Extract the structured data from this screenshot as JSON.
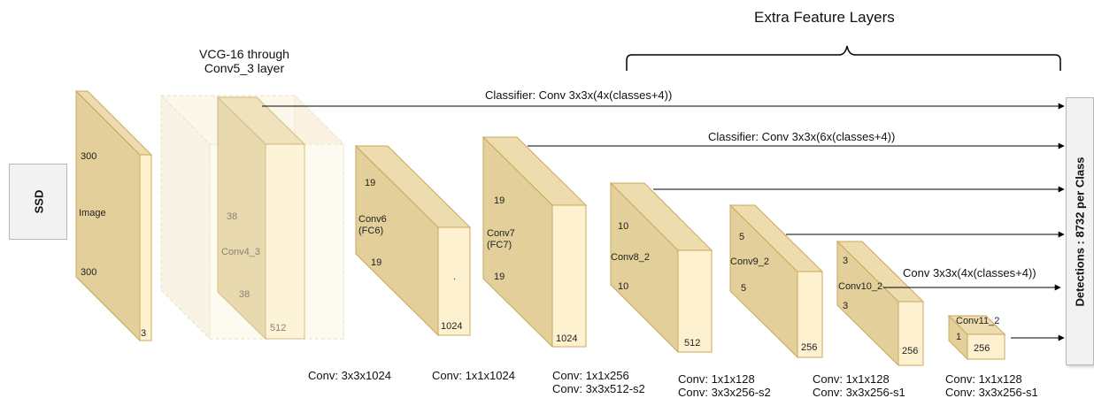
{
  "header": {
    "extra_layers": "Extra Feature Layers",
    "vgg_label": "VCG-16 through\nConv5_3 layer"
  },
  "ssd": "SSD",
  "detections": "Detections : 8732 per Class",
  "colors": {
    "face": "#fdf1cf",
    "top": "#ecdcae",
    "side": "#e2cf9a",
    "edge": "#c9a860"
  },
  "blocks": {
    "image": {
      "name": "Image",
      "h": "300",
      "w": "300",
      "d": "3"
    },
    "conv4": {
      "name": "Conv4_3",
      "h": "38",
      "w": "38",
      "d": "512"
    },
    "conv6": {
      "name": "Conv6\n(FC6)",
      "h": "19",
      "w": "19",
      "d": "1024",
      "dot": "."
    },
    "conv7": {
      "name": "Conv7\n(FC7)",
      "h": "19",
      "w": "19",
      "d": "1024"
    },
    "conv8": {
      "name": "Conv8_2",
      "h": "10",
      "w": "10",
      "d": "512"
    },
    "conv9": {
      "name": "Conv9_2",
      "h": "5",
      "w": "5",
      "d": "256"
    },
    "conv10": {
      "name": "Conv10_2",
      "h": "3",
      "w": "3",
      "d": "256"
    },
    "conv11": {
      "name": "Conv11_2",
      "h": "1",
      "d": "256"
    }
  },
  "classifiers": {
    "c1": "Classifier: Conv 3x3x(4x(classes+4))",
    "c2": "Classifier: Conv 3x3x(6x(classes+4))",
    "c3": "Conv 3x3x(4x(classes+4))"
  },
  "convs": {
    "a": "Conv: 3x3x1024",
    "b": "Conv: 1x1x1024",
    "c": "Conv: 1x1x256\nConv: 3x3x512-s2",
    "d": "Conv: 1x1x128\nConv: 3x3x256-s2",
    "e": "Conv: 1x1x128\nConv: 3x3x256-s1",
    "f": "Conv: 1x1x128\nConv: 3x3x256-s1"
  }
}
